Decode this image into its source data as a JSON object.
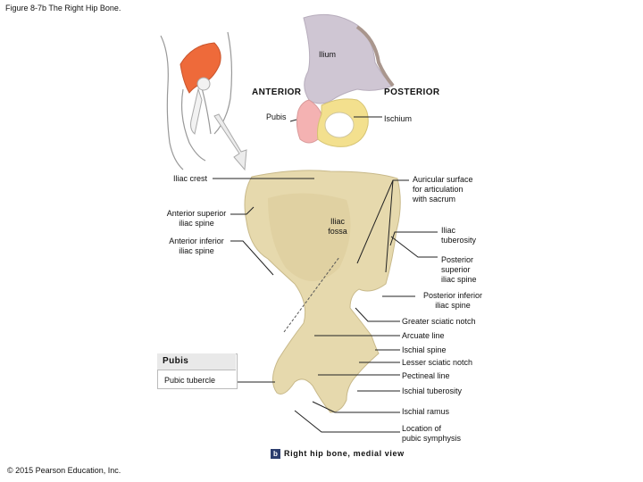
{
  "figure_title": "Figure 8-7b The Right Hip Bone.",
  "copyright": "© 2015 Pearson Education, Inc.",
  "inset": {
    "ilium": "Ilium",
    "anterior": "ANTERIOR",
    "posterior": "POSTERIOR",
    "pubis": "Pubis",
    "ischium": "Ischium",
    "colors": {
      "ilium": "#cfc6d3",
      "pubis": "#f4b2b2",
      "ischium": "#f3e08e",
      "orange": "#ee6a3a"
    }
  },
  "labels": {
    "iliac_crest": "Iliac crest",
    "asis": [
      "Anterior superior",
      "iliac spine"
    ],
    "aiis": [
      "Anterior inferior",
      "iliac spine"
    ],
    "iliac_fossa": [
      "Iliac",
      "fossa"
    ],
    "auricular": [
      "Auricular surface",
      "for articulation",
      "with sacrum"
    ],
    "iliac_tuberosity": [
      "Iliac",
      "tuberosity"
    ],
    "psis": [
      "Posterior",
      "superior",
      "iliac spine"
    ],
    "piis": [
      "Posterior inferior",
      "iliac spine"
    ],
    "greater_sciatic": "Greater sciatic notch",
    "arcuate_line": "Arcuate line",
    "ischial_spine": "Ischial spine",
    "lesser_sciatic": "Lesser sciatic notch",
    "pectineal_line": "Pectineal line",
    "ischial_tuberosity": "Ischial tuberosity",
    "ischial_ramus": "Ischial ramus",
    "pubic_symphysis": [
      "Location of",
      "pubic symphysis"
    ],
    "pubis_box_title": "Pubis",
    "pubic_tubercle": "Pubic tubercle"
  },
  "caption": {
    "badge": "b",
    "text": "Right hip bone, medial view"
  },
  "bone_color": "#e6d9ad"
}
